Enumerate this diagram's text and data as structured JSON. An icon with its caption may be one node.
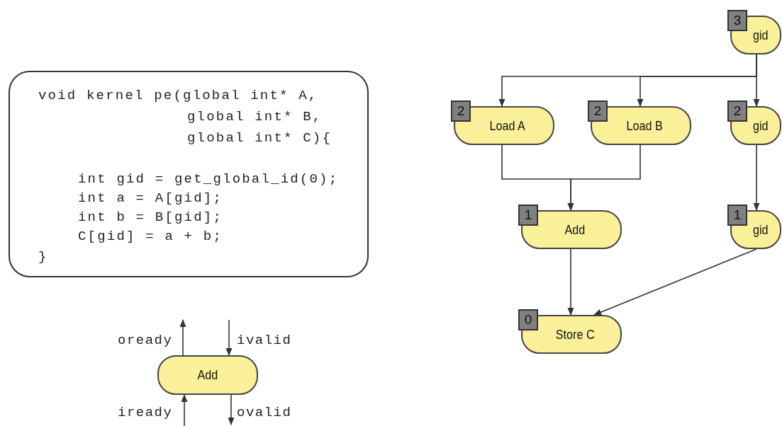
{
  "diagram": {
    "nodes": [
      {
        "text": [
          "void kernel pe(global int* A,",
          "global int* B,",
          "global int* C){",
          "int gid = get_global_id(0);",
          "int a = A[gid];",
          "int b = B[gid];",
          "C[gid] = a + b;",
          "}"
        ]
      },
      {
        "text": [
          "Add"
        ]
      },
      {
        "text": [
          "3",
          "gid"
        ]
      },
      {
        "text": [
          "2",
          "Load A"
        ]
      },
      {
        "text": [
          "2",
          "Load B"
        ]
      },
      {
        "text": [
          "2",
          "gid"
        ]
      },
      {
        "text": [
          "1",
          "Add"
        ]
      },
      {
        "text": [
          "1",
          "gid"
        ]
      },
      {
        "text": [
          "0",
          "Store C"
        ]
      }
    ],
    "edges": [
      {
        "from": 1,
        "to": null,
        "arrow": "to",
        "label": "oready"
      },
      {
        "from": null,
        "to": 1,
        "arrow": "to",
        "label": "ivalid"
      },
      {
        "from": null,
        "to": 1,
        "arrow": "to",
        "label": "iready"
      },
      {
        "from": 1,
        "to": null,
        "arrow": "to",
        "label": "ovalid"
      },
      {
        "from": 2,
        "to": 3,
        "arrow": "to"
      },
      {
        "from": 2,
        "to": 4,
        "arrow": "to"
      },
      {
        "from": 2,
        "to": 5,
        "arrow": "to"
      },
      {
        "from": 3,
        "to": 6,
        "arrow": "to"
      },
      {
        "from": 4,
        "to": 6,
        "arrow": "to"
      },
      {
        "from": 5,
        "to": 7,
        "arrow": "to"
      },
      {
        "from": 6,
        "to": 8,
        "arrow": "to"
      },
      {
        "from": 7,
        "to": 8,
        "arrow": "to"
      }
    ]
  }
}
